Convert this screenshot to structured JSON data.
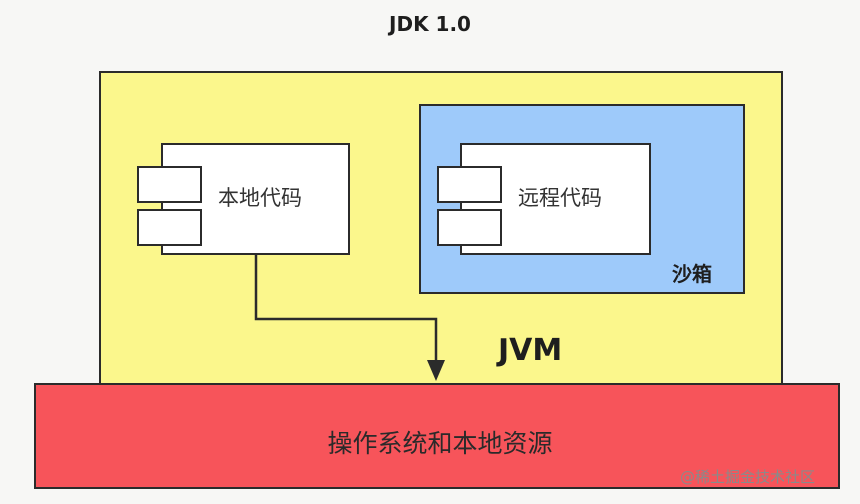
{
  "title": "JDK 1.0",
  "jvm": {
    "label": "JVM"
  },
  "sandbox": {
    "label": "沙箱"
  },
  "local_code": {
    "label": "本地代码"
  },
  "remote_code": {
    "label": "远程代码"
  },
  "os": {
    "label": "操作系统和本地资源"
  },
  "watermark": "@稀土掘金技术社区",
  "colors": {
    "jvm_fill": "#fbf78c",
    "sandbox_fill": "#9ecafa",
    "os_fill": "#f7545a",
    "component_fill": "#ffffff",
    "stroke": "#2b2b2b"
  }
}
